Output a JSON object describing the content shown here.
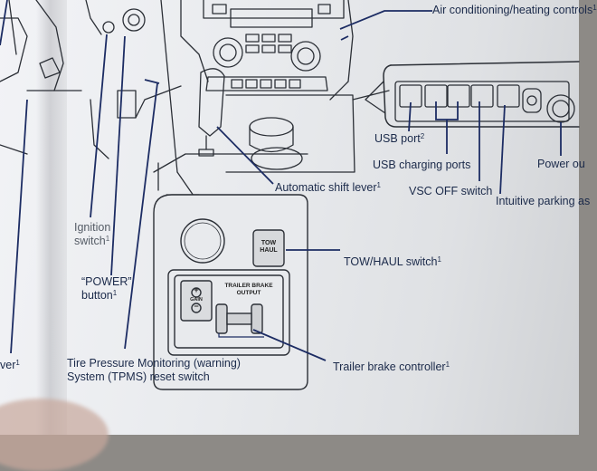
{
  "labels": {
    "air_conditioning": {
      "text": "Air conditioning/heating controls",
      "sup": "1"
    },
    "usb_port": {
      "text": "USB port",
      "sup": "2"
    },
    "usb_charging": {
      "text": "USB charging ports"
    },
    "vsc_off": {
      "text": "VSC OFF switch"
    },
    "intuitive_parking": {
      "text": "Intuitive parking as"
    },
    "power_outlet": {
      "text": "Power ou"
    },
    "automatic_shift": {
      "text": "Automatic shift lever",
      "sup": "1"
    },
    "tow_haul": {
      "text": "TOW/HAUL switch",
      "sup": "1"
    },
    "trailer_brake": {
      "text": "Trailer brake controller",
      "sup": "1"
    },
    "ignition_line1": {
      "text": "Ignition"
    },
    "ignition_line2": {
      "text": "switch",
      "sup": "1"
    },
    "power_btn_line1": {
      "text": "“POWER”"
    },
    "power_btn_line2": {
      "text": "button",
      "sup": "1"
    },
    "tpms_line1": {
      "text": "Tire Pressure Monitoring (warning)"
    },
    "tpms_line2": {
      "text": "System (TPMS) reset switch"
    },
    "lever_partial": {
      "text": "ver",
      "sup": "1"
    }
  },
  "switch_text": {
    "tow": "TOW",
    "haul": "HAUL",
    "trailer_brake": "TRAILER BRAKE",
    "output": "OUTPUT",
    "gain": "GAIN",
    "plus": "+",
    "minus": "−"
  },
  "colors": {
    "ink": "#1b2a4a",
    "callout": "#1c2c63",
    "page": "#eceef1"
  }
}
